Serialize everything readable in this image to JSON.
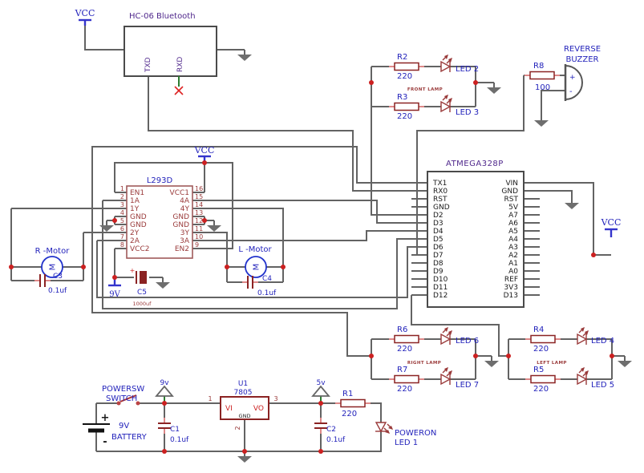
{
  "ics": {
    "hc06": {
      "title": "HC-06 Bluetooth",
      "pin_txd": "TXD",
      "pin_rxd": "RXD"
    },
    "l293d": {
      "title": "L293D",
      "left": [
        {
          "n": "1",
          "l": "EN1"
        },
        {
          "n": "2",
          "l": "1A"
        },
        {
          "n": "3",
          "l": "1Y"
        },
        {
          "n": "4",
          "l": "GND"
        },
        {
          "n": "5",
          "l": "GND"
        },
        {
          "n": "6",
          "l": "2Y"
        },
        {
          "n": "7",
          "l": "2A"
        },
        {
          "n": "8",
          "l": "VCC2"
        }
      ],
      "right": [
        {
          "n": "16",
          "l": "VCC1"
        },
        {
          "n": "15",
          "l": "4A"
        },
        {
          "n": "14",
          "l": "4Y"
        },
        {
          "n": "13",
          "l": "GND"
        },
        {
          "n": "12",
          "l": "GND"
        },
        {
          "n": "11",
          "l": "3Y"
        },
        {
          "n": "10",
          "l": "3A"
        },
        {
          "n": "9",
          "l": "EN2"
        }
      ]
    },
    "atmega": {
      "title": "ATMEGA328P",
      "left": [
        "TX1",
        "RX0",
        "RST",
        "GND",
        "D2",
        "D3",
        "D4",
        "D5",
        "D6",
        "D7",
        "D8",
        "D9",
        "D10",
        "D11",
        "D12"
      ],
      "right": [
        "VIN",
        "GND",
        "RST",
        "5V",
        "A7",
        "A6",
        "A5",
        "A4",
        "A3",
        "A2",
        "A1",
        "A0",
        "REF",
        "3V3",
        "D13"
      ]
    },
    "u1": {
      "ref": "U1",
      "part": "7805",
      "vi": "VI",
      "vo": "VO",
      "gnd": "GND",
      "n1": "1",
      "n2": "2",
      "n3": "3"
    }
  },
  "resistors": {
    "r1": {
      "name": "R1",
      "value": "220"
    },
    "r2": {
      "name": "R2",
      "value": "220"
    },
    "r3": {
      "name": "R3",
      "value": "220"
    },
    "r4": {
      "name": "R4",
      "value": "220"
    },
    "r5": {
      "name": "R5",
      "value": "220"
    },
    "r6": {
      "name": "R6",
      "value": "220"
    },
    "r7": {
      "name": "R7",
      "value": "220"
    },
    "r8": {
      "name": "R8",
      "value": "100"
    }
  },
  "leds": {
    "led1": {
      "prefix": "POWERON",
      "label": "LED 1"
    },
    "led2": {
      "label": "LED 2"
    },
    "led3": {
      "label": "LED 3"
    },
    "led4": {
      "label": "LED 4"
    },
    "led5": {
      "label": "LED 5"
    },
    "led6": {
      "label": "LED 6"
    },
    "led7": {
      "label": "LED 7"
    }
  },
  "capacitors": {
    "c1": {
      "name": "C1",
      "value": "0.1uf"
    },
    "c2": {
      "name": "C2",
      "value": "0.1uf"
    },
    "c3": {
      "name": "C3",
      "value": "0.1uf"
    },
    "c4": {
      "name": "C4",
      "value": "0.1uf"
    },
    "c5": {
      "name": "C5",
      "value": "1000uf",
      "plus": "+"
    }
  },
  "motors": {
    "right": "R -Motor",
    "left": "L -Motor",
    "symbol": "M"
  },
  "battery": {
    "label1": "9V",
    "label2": "BATTERY",
    "plus": "+",
    "minus": "-"
  },
  "power_switch": {
    "line1": "POWERSW",
    "line2": "SWITCH"
  },
  "buzzer": {
    "line1": "REVERSE",
    "line2": "BUZZER",
    "plus": "+",
    "minus": "-"
  },
  "supplies": {
    "vcc_bt": "VCC",
    "vcc_drv": "VCC",
    "vcc_mcu": "VCC",
    "v9_reg": "9v",
    "v5_reg": "5v",
    "v9_motor": "9V"
  },
  "lamps": {
    "front": "FRONT LAMP",
    "right": "RIGHT LAMP",
    "left": "LEFT LAMP"
  },
  "colors": {
    "wire": "#636363",
    "component": "#9a3a3a",
    "label_blue": "#2323bb",
    "ic_purple": "#50288c",
    "junction_red": "#cc2020"
  }
}
